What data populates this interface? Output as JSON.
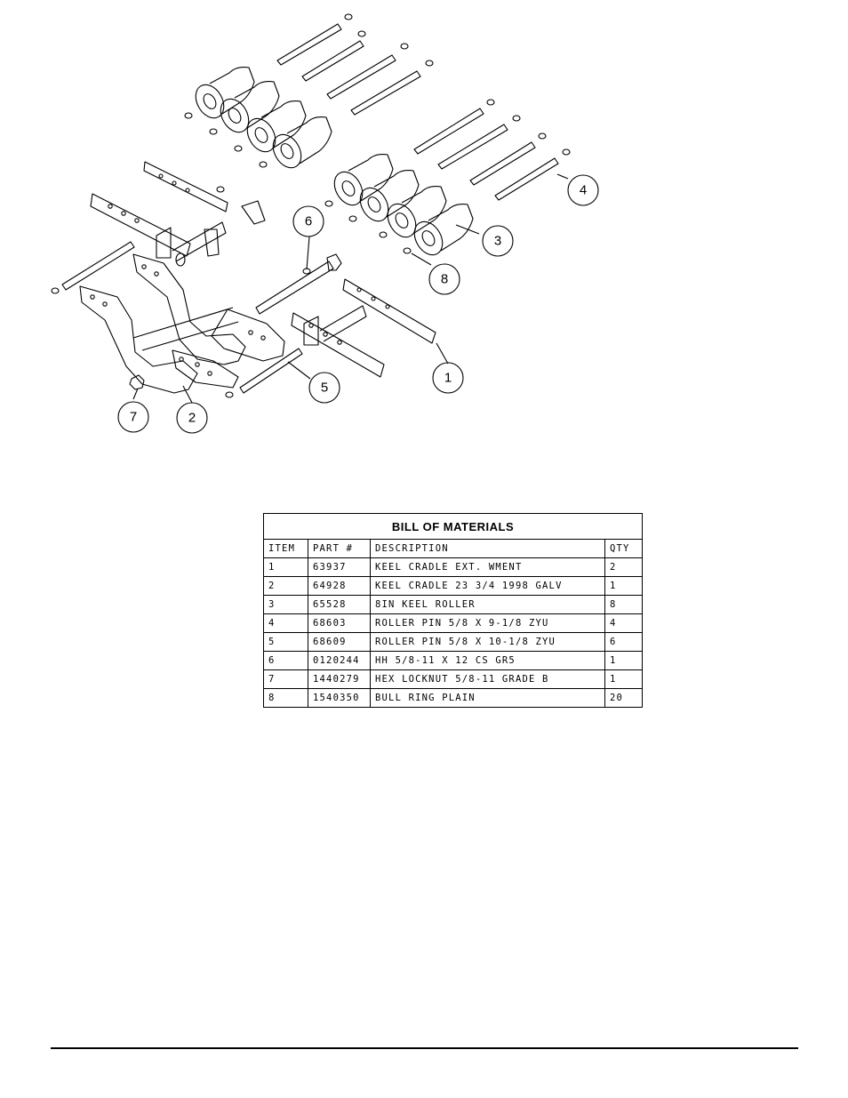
{
  "callouts": {
    "c1": "1",
    "c2": "2",
    "c3": "3",
    "c4": "4",
    "c5": "5",
    "c6": "6",
    "c7": "7",
    "c8": "8"
  },
  "bom": {
    "title": "BILL OF MATERIALS",
    "headers": [
      "ITEM",
      "PART #",
      "DESCRIPTION",
      "QTY"
    ],
    "rows": [
      [
        "1",
        "63937",
        "KEEL CRADLE EXT. WMENT",
        "2"
      ],
      [
        "2",
        "64928",
        "KEEL CRADLE 23 3/4 1998 GALV",
        "1"
      ],
      [
        "3",
        "65528",
        "8IN KEEL ROLLER",
        "8"
      ],
      [
        "4",
        "68603",
        "ROLLER PIN 5/8 X 9-1/8 ZYU",
        "4"
      ],
      [
        "5",
        "68609",
        "ROLLER PIN 5/8 X 10-1/8 ZYU",
        "6"
      ],
      [
        "6",
        "0120244",
        "HH 5/8-11 X 12 CS GR5",
        "1"
      ],
      [
        "7",
        "1440279",
        "HEX LOCKNUT 5/8-11 GRADE B",
        "1"
      ],
      [
        "8",
        "1540350",
        "BULL RING PLAIN",
        "20"
      ]
    ]
  }
}
